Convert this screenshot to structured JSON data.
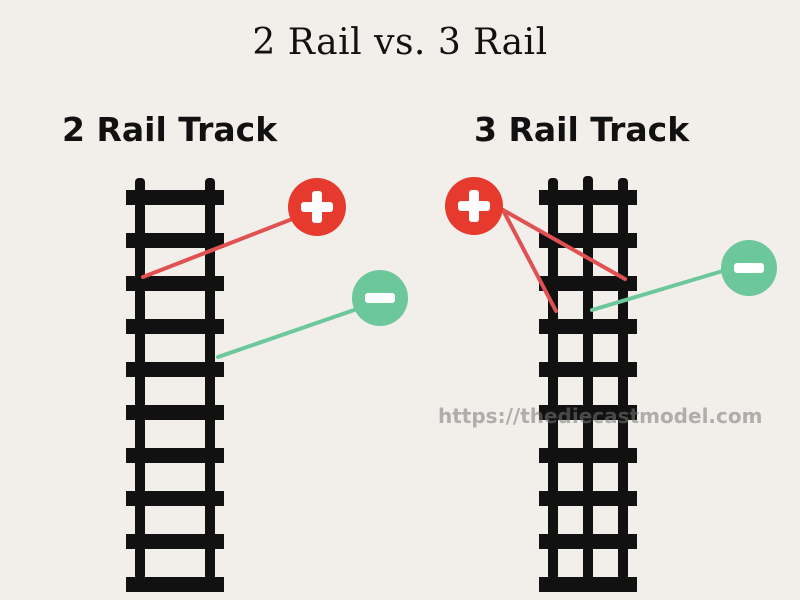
{
  "header": {
    "title": "2 Rail vs. 3 Rail"
  },
  "tracks": [
    {
      "title": "2 Rail Track"
    },
    {
      "title": "3 Rail Track"
    }
  ],
  "symbols": {
    "positive": "+",
    "negative": "−"
  },
  "watermark": "https://thediecastmodel.com",
  "colors": {
    "background": "#f2efeb",
    "rail": "#111111",
    "positive": "#e63a2e",
    "positive_wire": "#e05252",
    "negative": "#6cc79a",
    "negative_wire": "#6cc79a"
  }
}
